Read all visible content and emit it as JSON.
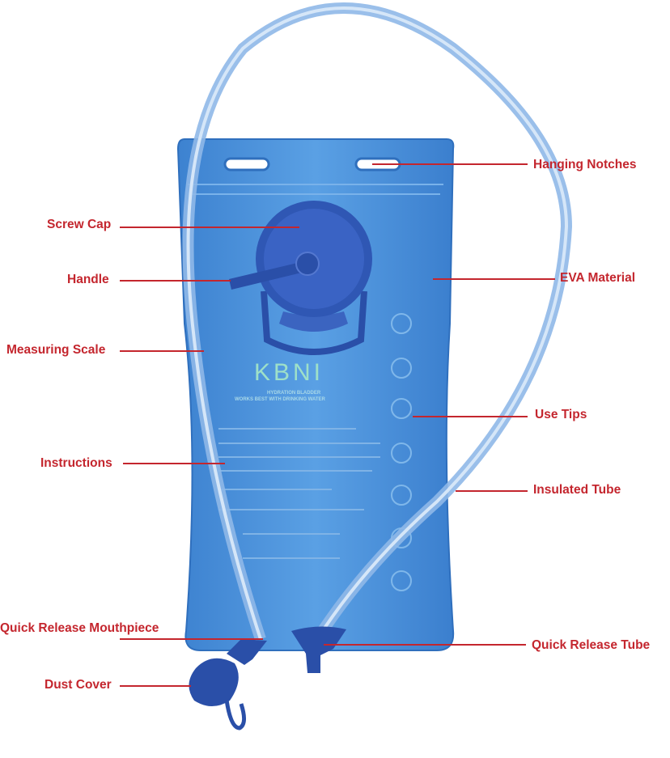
{
  "product": {
    "logo": "KBNI",
    "subtitle_line1": "HYDRATION BLADDER",
    "subtitle_line2": "WORKS BEST WITH DRINKING WATER"
  },
  "labels": {
    "hanging_notches": "Hanging Notches",
    "screw_cap": "Screw Cap",
    "handle": "Handle",
    "eva_material": "EVA Material",
    "measuring_scale": "Measuring Scale",
    "use_tips": "Use Tips",
    "instructions": "Instructions",
    "insulated_tube": "Insulated Tube",
    "quick_release_mouthpiece": "Quick Release Mouthpiece",
    "quick_release_tube": "Quick Release Tube",
    "dust_cover": "Dust Cover"
  },
  "colors": {
    "label": "#c4262e",
    "bladder": "#4a8fd6",
    "cap": "#2a4fa8",
    "tube": "#8fb8e8"
  }
}
